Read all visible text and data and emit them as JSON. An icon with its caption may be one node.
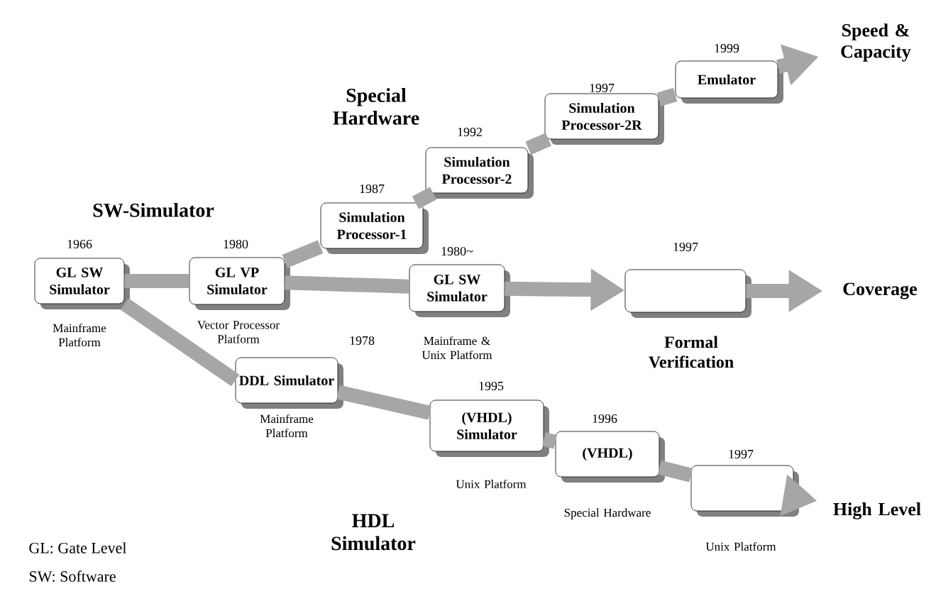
{
  "diagram": {
    "nodes": [
      {
        "text": [
          "GL SW Simulator"
        ],
        "beside": [
          "1966",
          "Mainframe Platform"
        ]
      },
      {
        "text": [
          "GL VP Simulator"
        ],
        "beside": [
          "1980",
          "Vector Processor Platform"
        ]
      },
      {
        "text": [
          "Simulation Processor-1"
        ],
        "beside": [
          "1987"
        ]
      },
      {
        "text": [
          "Simulation Processor-2"
        ],
        "beside": [
          "1992"
        ]
      },
      {
        "text": [
          "Simulation Processor-2R"
        ],
        "beside": [
          "1997"
        ]
      },
      {
        "text": [
          "Emulator"
        ],
        "beside": [
          "1999"
        ]
      },
      {
        "text": [
          "Speed & Capacity"
        ]
      },
      {
        "text": [
          "GL SW Simulator"
        ],
        "beside": [
          "1980~",
          "Mainframe & Unix Platform"
        ]
      },
      {
        "text": [],
        "shape": "box",
        "beside": [
          "1997"
        ]
      },
      {
        "text": [
          "Coverage"
        ]
      },
      {
        "text": [
          "DDL Simulator"
        ],
        "beside": [
          "1978",
          "Mainframe Platform"
        ]
      },
      {
        "text": [
          "(VHDL) Simulator"
        ],
        "beside": [
          "1995",
          "Unix Platform"
        ]
      },
      {
        "text": [
          "(VHDL)"
        ],
        "beside": [
          "1996",
          "Special Hardware"
        ]
      },
      {
        "text": [],
        "shape": "box",
        "beside": [
          "1997",
          "Unix Platform"
        ]
      },
      {
        "text": [
          "High Level"
        ]
      }
    ],
    "edges": [
      {
        "from": 0,
        "to": 1,
        "arrow": "none"
      },
      {
        "from": 1,
        "to": 2,
        "arrow": "none"
      },
      {
        "from": 2,
        "to": 3,
        "arrow": "none"
      },
      {
        "from": 3,
        "to": 4,
        "arrow": "none"
      },
      {
        "from": 4,
        "to": 5,
        "arrow": "none"
      },
      {
        "from": 5,
        "to": 6,
        "arrow": "to"
      },
      {
        "from": 1,
        "to": 7,
        "arrow": "none"
      },
      {
        "from": 7,
        "to": 8,
        "arrow": "to"
      },
      {
        "from": 8,
        "to": 9,
        "arrow": "to"
      },
      {
        "from": 0,
        "to": 10,
        "arrow": "none"
      },
      {
        "from": 10,
        "to": 11,
        "arrow": "none"
      },
      {
        "from": 11,
        "to": 12,
        "arrow": "none"
      },
      {
        "from": 12,
        "to": 13,
        "arrow": "none"
      },
      {
        "from": 13,
        "to": 14,
        "arrow": "to"
      }
    ],
    "labels": [
      "SW-Simulator",
      "Special Hardware",
      "Formal Verification",
      "HDL Simulator",
      "GL: Gate Level",
      "SW: Software"
    ]
  }
}
